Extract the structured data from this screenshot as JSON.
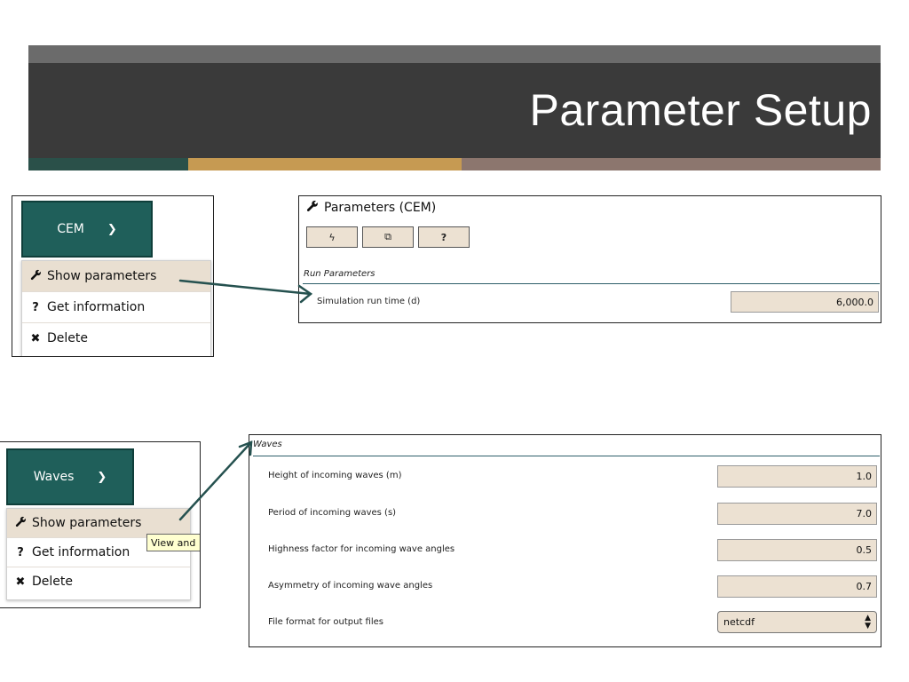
{
  "slide": {
    "title": "Parameter Setup",
    "colors": {
      "header_dark": "#3a3a3a",
      "header_light": "#6b6b6b",
      "stripe_teal": "#2a5049",
      "stripe_gold": "#c69a52",
      "stripe_mauve": "#8c766e",
      "component_button": "#1f5f5a",
      "field_bg": "#ece1d2"
    }
  },
  "cem_menu": {
    "button_label": "CEM",
    "items": [
      {
        "icon": "wrench-icon",
        "glyph": "🔧",
        "label": "Show parameters"
      },
      {
        "icon": "question-icon",
        "glyph": "?",
        "label": "Get information"
      },
      {
        "icon": "close-icon",
        "glyph": "✖",
        "label": "Delete"
      }
    ]
  },
  "cem_panel": {
    "title": "Parameters (CEM)",
    "toolbar": [
      {
        "icon": "lightning-icon",
        "glyph": "ϟ"
      },
      {
        "icon": "external-link-icon",
        "glyph": "⧉"
      },
      {
        "icon": "question-icon",
        "glyph": "?"
      }
    ],
    "section": "Run Parameters",
    "rows": [
      {
        "label": "Simulation run time (d)",
        "value": "6,000.0"
      }
    ]
  },
  "waves_menu": {
    "button_label": "Waves",
    "tooltip": "View and",
    "items": [
      {
        "icon": "wrench-icon",
        "glyph": "🔧",
        "label": "Show parameters"
      },
      {
        "icon": "question-icon",
        "glyph": "?",
        "label": "Get information"
      },
      {
        "icon": "close-icon",
        "glyph": "✖",
        "label": "Delete"
      }
    ]
  },
  "waves_panel": {
    "section": "Waves",
    "rows": [
      {
        "label": "Height of incoming waves (m)",
        "value": "1.0"
      },
      {
        "label": "Period of incoming waves (s)",
        "value": "7.0"
      },
      {
        "label": "Highness factor for incoming wave angles",
        "value": "0.5"
      },
      {
        "label": "Asymmetry of incoming wave angles",
        "value": "0.7"
      },
      {
        "label": "File format for output files",
        "value": "netcdf"
      }
    ]
  }
}
